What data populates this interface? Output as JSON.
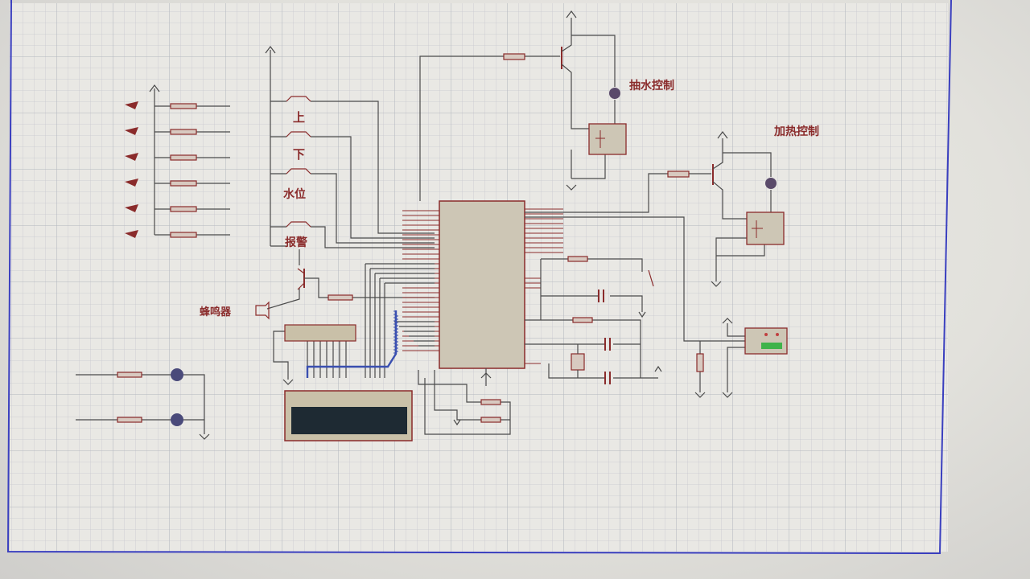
{
  "canvas": {
    "background": "#e6e5e1",
    "grid_color": "#b9bcc4",
    "border_color": "#3a3fbf"
  },
  "colors": {
    "wire": "#4a4a4a",
    "component": "#8a2b2b",
    "chip_fill": "#cdc6b5",
    "lcd_frame": "#c9c0a8",
    "lcd_screen": "#1e2a33",
    "bus": "#3a4fb0",
    "power_dot": "#5a4a6a",
    "sensor_screen": "#3fb34a"
  },
  "labels": {
    "pump_control": "抽水控制",
    "heater_control": "加热控制",
    "btn_up": "上",
    "btn_down": "下",
    "btn_level": "水位",
    "btn_alarm": "报警",
    "buzzer": "蜂鸣器"
  },
  "icons": {
    "ground": "ground-icon",
    "power": "power-arrow-icon",
    "transistor": "npn-transistor-icon",
    "relay": "relay-icon",
    "led": "led-icon",
    "resistor": "resistor-icon",
    "capacitor": "capacitor-icon",
    "crystal": "crystal-icon"
  }
}
